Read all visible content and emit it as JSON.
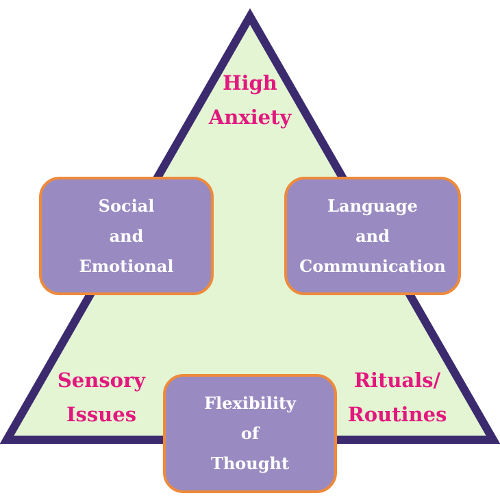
{
  "colors": {
    "triangle_fill": "#e3f5d3",
    "triangle_stroke": "#3c2a6e",
    "label_text": "#e3187e",
    "box_fill": "#998bc1",
    "box_border": "#ee8a3a",
    "box_text": "#ffffff"
  },
  "triangle": {
    "top_label": {
      "line1": "High",
      "line2": "Anxiety"
    },
    "bottom_left_label": {
      "line1": "Sensory",
      "line2": "Issues"
    },
    "bottom_right_label": {
      "line1": "Rituals/",
      "line2": "Routines"
    }
  },
  "boxes": {
    "social": {
      "line1": "Social",
      "line2": "and",
      "line3": "Emotional"
    },
    "language": {
      "line1": "Language",
      "line2": "and",
      "line3": "Communication"
    },
    "flexibility": {
      "line1": "Flexibility",
      "line2": "of",
      "line3": "Thought"
    }
  }
}
